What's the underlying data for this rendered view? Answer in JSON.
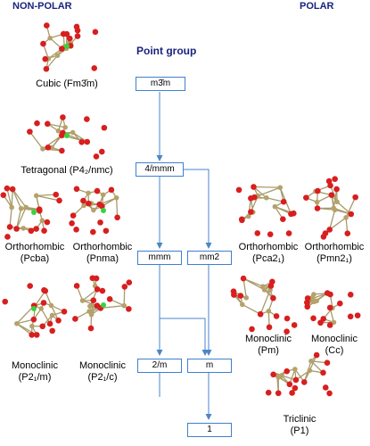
{
  "headers": {
    "nonpolar": "NON-POLAR",
    "polar": "POLAR"
  },
  "point_group_title": "Point group",
  "point_groups": {
    "m3m": "m3̄m",
    "fourmmm": "4/mmm",
    "mmm": "mmm",
    "mm2": "mm2",
    "twom": "2/m",
    "m": "m",
    "one": "1"
  },
  "structures": {
    "cubic": [
      "Cubic (Fm3̄m)"
    ],
    "tetragonal": [
      "Tetragonal (P4₂/nmc)"
    ],
    "ortho_pcba": [
      "Orthorhombic",
      "(Pcba)"
    ],
    "ortho_pnma": [
      "Orthorhombic",
      "(Pnma)"
    ],
    "mono_p21m": [
      "Monoclinic",
      "(P2₁/m)"
    ],
    "mono_p21c": [
      "Monoclinic",
      "(P2₁/c)"
    ],
    "ortho_pca21": [
      "Orthorhombic",
      "(Pca2₁)"
    ],
    "ortho_pmn21": [
      "Orthorhombic",
      "(Pmn2₁)"
    ],
    "mono_pm": [
      "Monoclinic",
      "(Pm)"
    ],
    "mono_cc": [
      "Monoclinic",
      "(Cc)"
    ],
    "triclinic": [
      "Triclinic",
      "(P1)"
    ]
  },
  "colors": {
    "arrow": "#4a86c8",
    "oxygen": "#d81e1e",
    "metal": "#b5a26a",
    "dopant": "#35d43a",
    "bond": "#a79a6b",
    "header": "#1a237e"
  }
}
